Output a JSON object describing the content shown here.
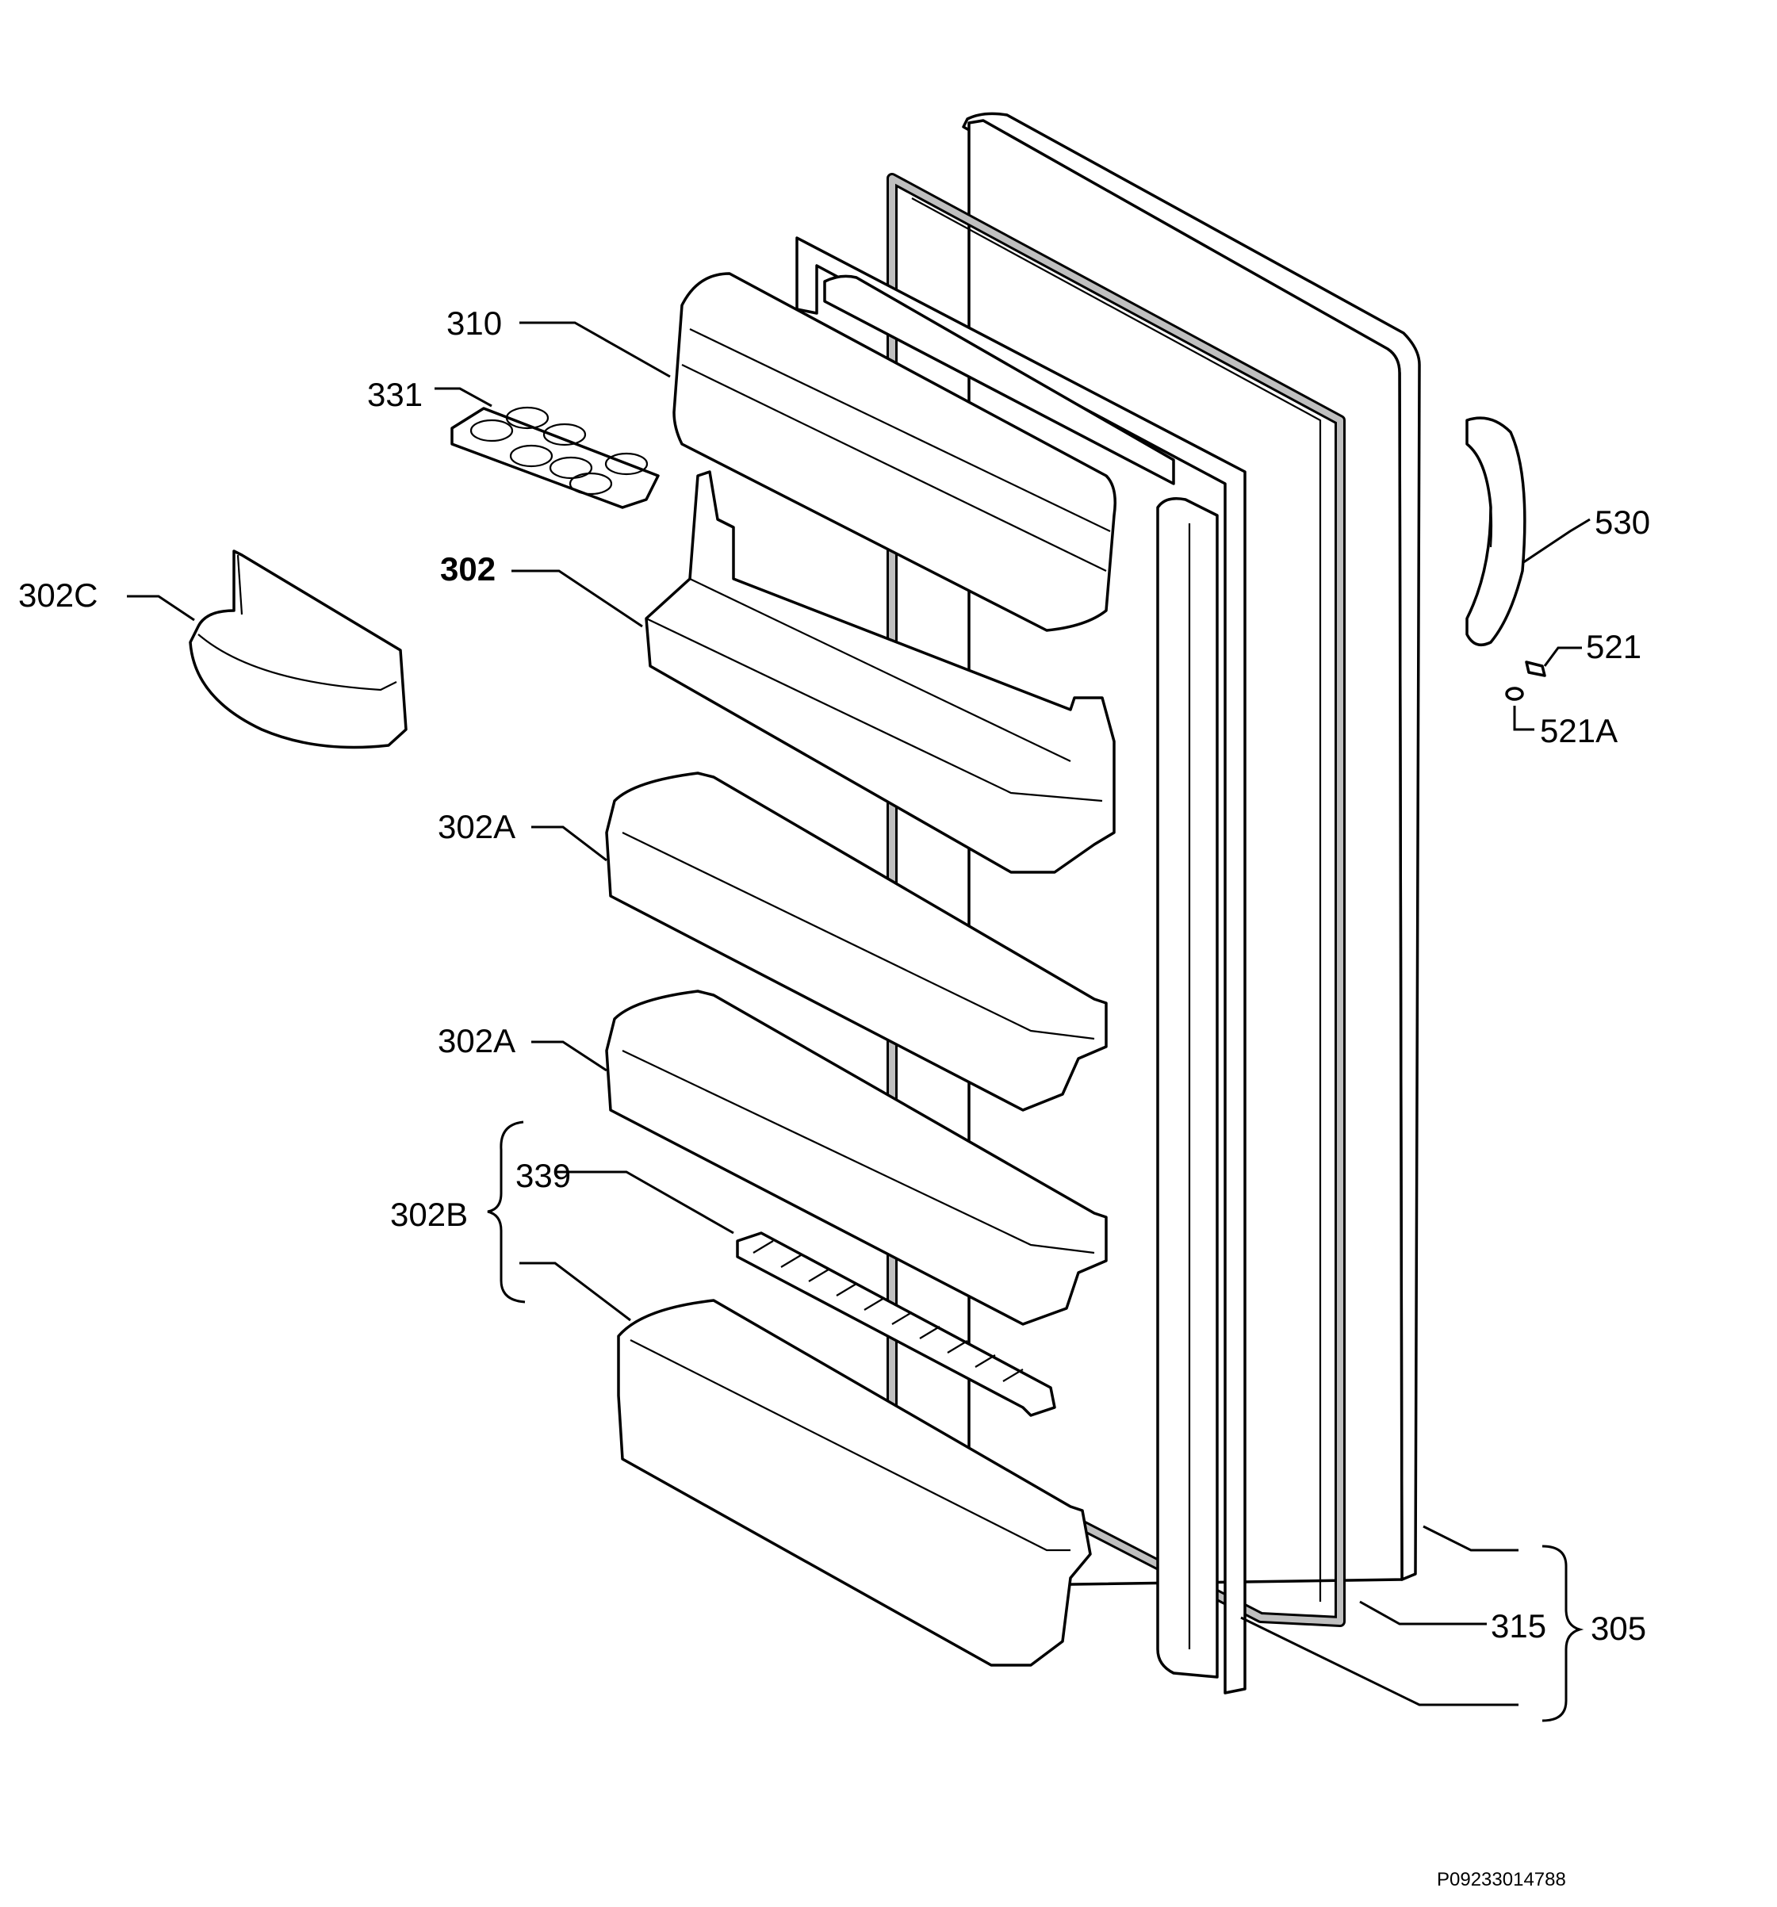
{
  "diagram": {
    "reference_code": "P09233014788",
    "labels": {
      "l310": "310",
      "l331": "331",
      "l302": "302",
      "l302c": "302C",
      "l302a_1": "302A",
      "l302a_2": "302A",
      "l339": "339",
      "l302b": "302B",
      "l530": "530",
      "l521": "521",
      "l521a": "521A",
      "l315": "315",
      "l305": "305"
    }
  }
}
